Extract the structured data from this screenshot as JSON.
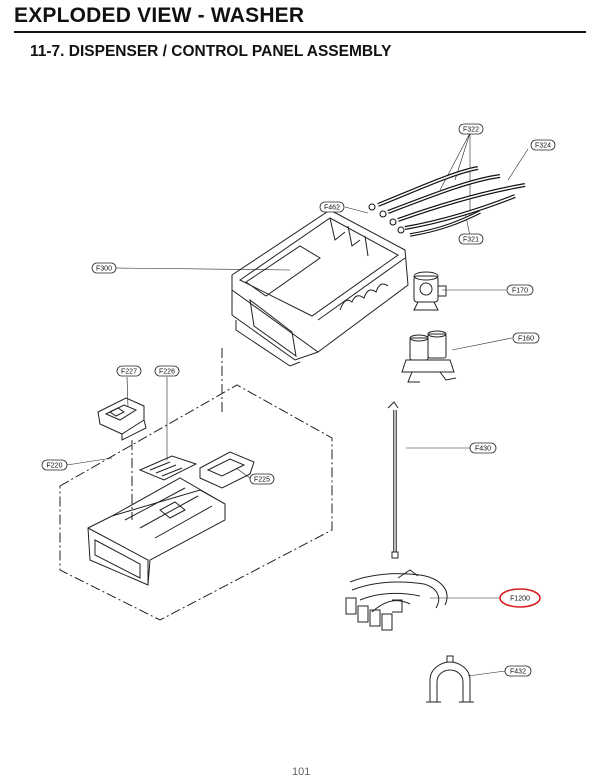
{
  "header": {
    "title": "EXPLODED VIEW - WASHER",
    "section": "11-7. DISPENSER / CONTROL PANEL ASSEMBLY"
  },
  "footer": {
    "page_number": "101"
  },
  "parts": [
    {
      "id": "f322",
      "label": "F322"
    },
    {
      "id": "f324",
      "label": "F324"
    },
    {
      "id": "f462",
      "label": "F462"
    },
    {
      "id": "f321",
      "label": "F321"
    },
    {
      "id": "f300",
      "label": "F300"
    },
    {
      "id": "f170",
      "label": "F170"
    },
    {
      "id": "f160",
      "label": "F160"
    },
    {
      "id": "f227",
      "label": "F227"
    },
    {
      "id": "f226",
      "label": "F226"
    },
    {
      "id": "f430",
      "label": "F430"
    },
    {
      "id": "f220",
      "label": "F220"
    },
    {
      "id": "f225",
      "label": "F225"
    },
    {
      "id": "f1200",
      "label": "F1200",
      "highlighted": true
    },
    {
      "id": "f432",
      "label": "F432"
    }
  ],
  "colors": {
    "highlight": "#d62020",
    "ink": "#111111"
  }
}
